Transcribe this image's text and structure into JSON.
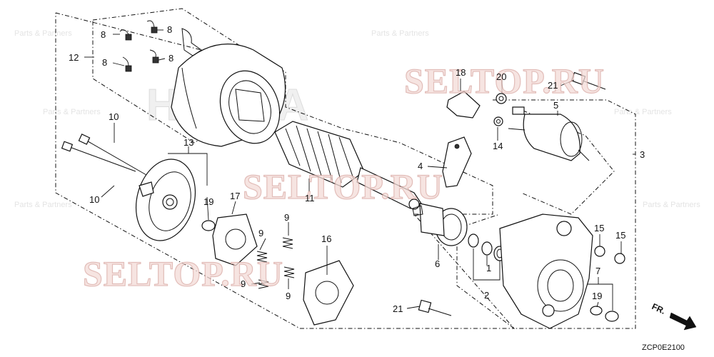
{
  "diagram": {
    "drawing_code": "ZCP0E2100",
    "direction_marker": "FR.",
    "brand_watermark": "HONDA",
    "faint_background_text": "Parts & Partners",
    "watermarks": [
      "SELTOP.RU",
      "SELTOP.RU",
      "SELTOP.RU"
    ],
    "callouts": [
      {
        "id": "c1",
        "text": "1"
      },
      {
        "id": "c2",
        "text": "2"
      },
      {
        "id": "c3",
        "text": "3"
      },
      {
        "id": "c4",
        "text": "4"
      },
      {
        "id": "c5",
        "text": "5"
      },
      {
        "id": "c6",
        "text": "6"
      },
      {
        "id": "c7",
        "text": "7"
      },
      {
        "id": "c8a",
        "text": "8"
      },
      {
        "id": "c8b",
        "text": "8"
      },
      {
        "id": "c8c",
        "text": "8"
      },
      {
        "id": "c8d",
        "text": "8"
      },
      {
        "id": "c9a",
        "text": "9"
      },
      {
        "id": "c9b",
        "text": "9"
      },
      {
        "id": "c9c",
        "text": "9"
      },
      {
        "id": "c9d",
        "text": "9"
      },
      {
        "id": "c10a",
        "text": "10"
      },
      {
        "id": "c10b",
        "text": "10"
      },
      {
        "id": "c11",
        "text": "11"
      },
      {
        "id": "c12",
        "text": "12"
      },
      {
        "id": "c13",
        "text": "13"
      },
      {
        "id": "c14",
        "text": "14"
      },
      {
        "id": "c15a",
        "text": "15"
      },
      {
        "id": "c15b",
        "text": "15"
      },
      {
        "id": "c16",
        "text": "16"
      },
      {
        "id": "c17",
        "text": "17"
      },
      {
        "id": "c18",
        "text": "18"
      },
      {
        "id": "c19a",
        "text": "19"
      },
      {
        "id": "c19b",
        "text": "19"
      },
      {
        "id": "c20",
        "text": "20"
      },
      {
        "id": "c21a",
        "text": "21"
      },
      {
        "id": "c21b",
        "text": "21"
      }
    ]
  }
}
